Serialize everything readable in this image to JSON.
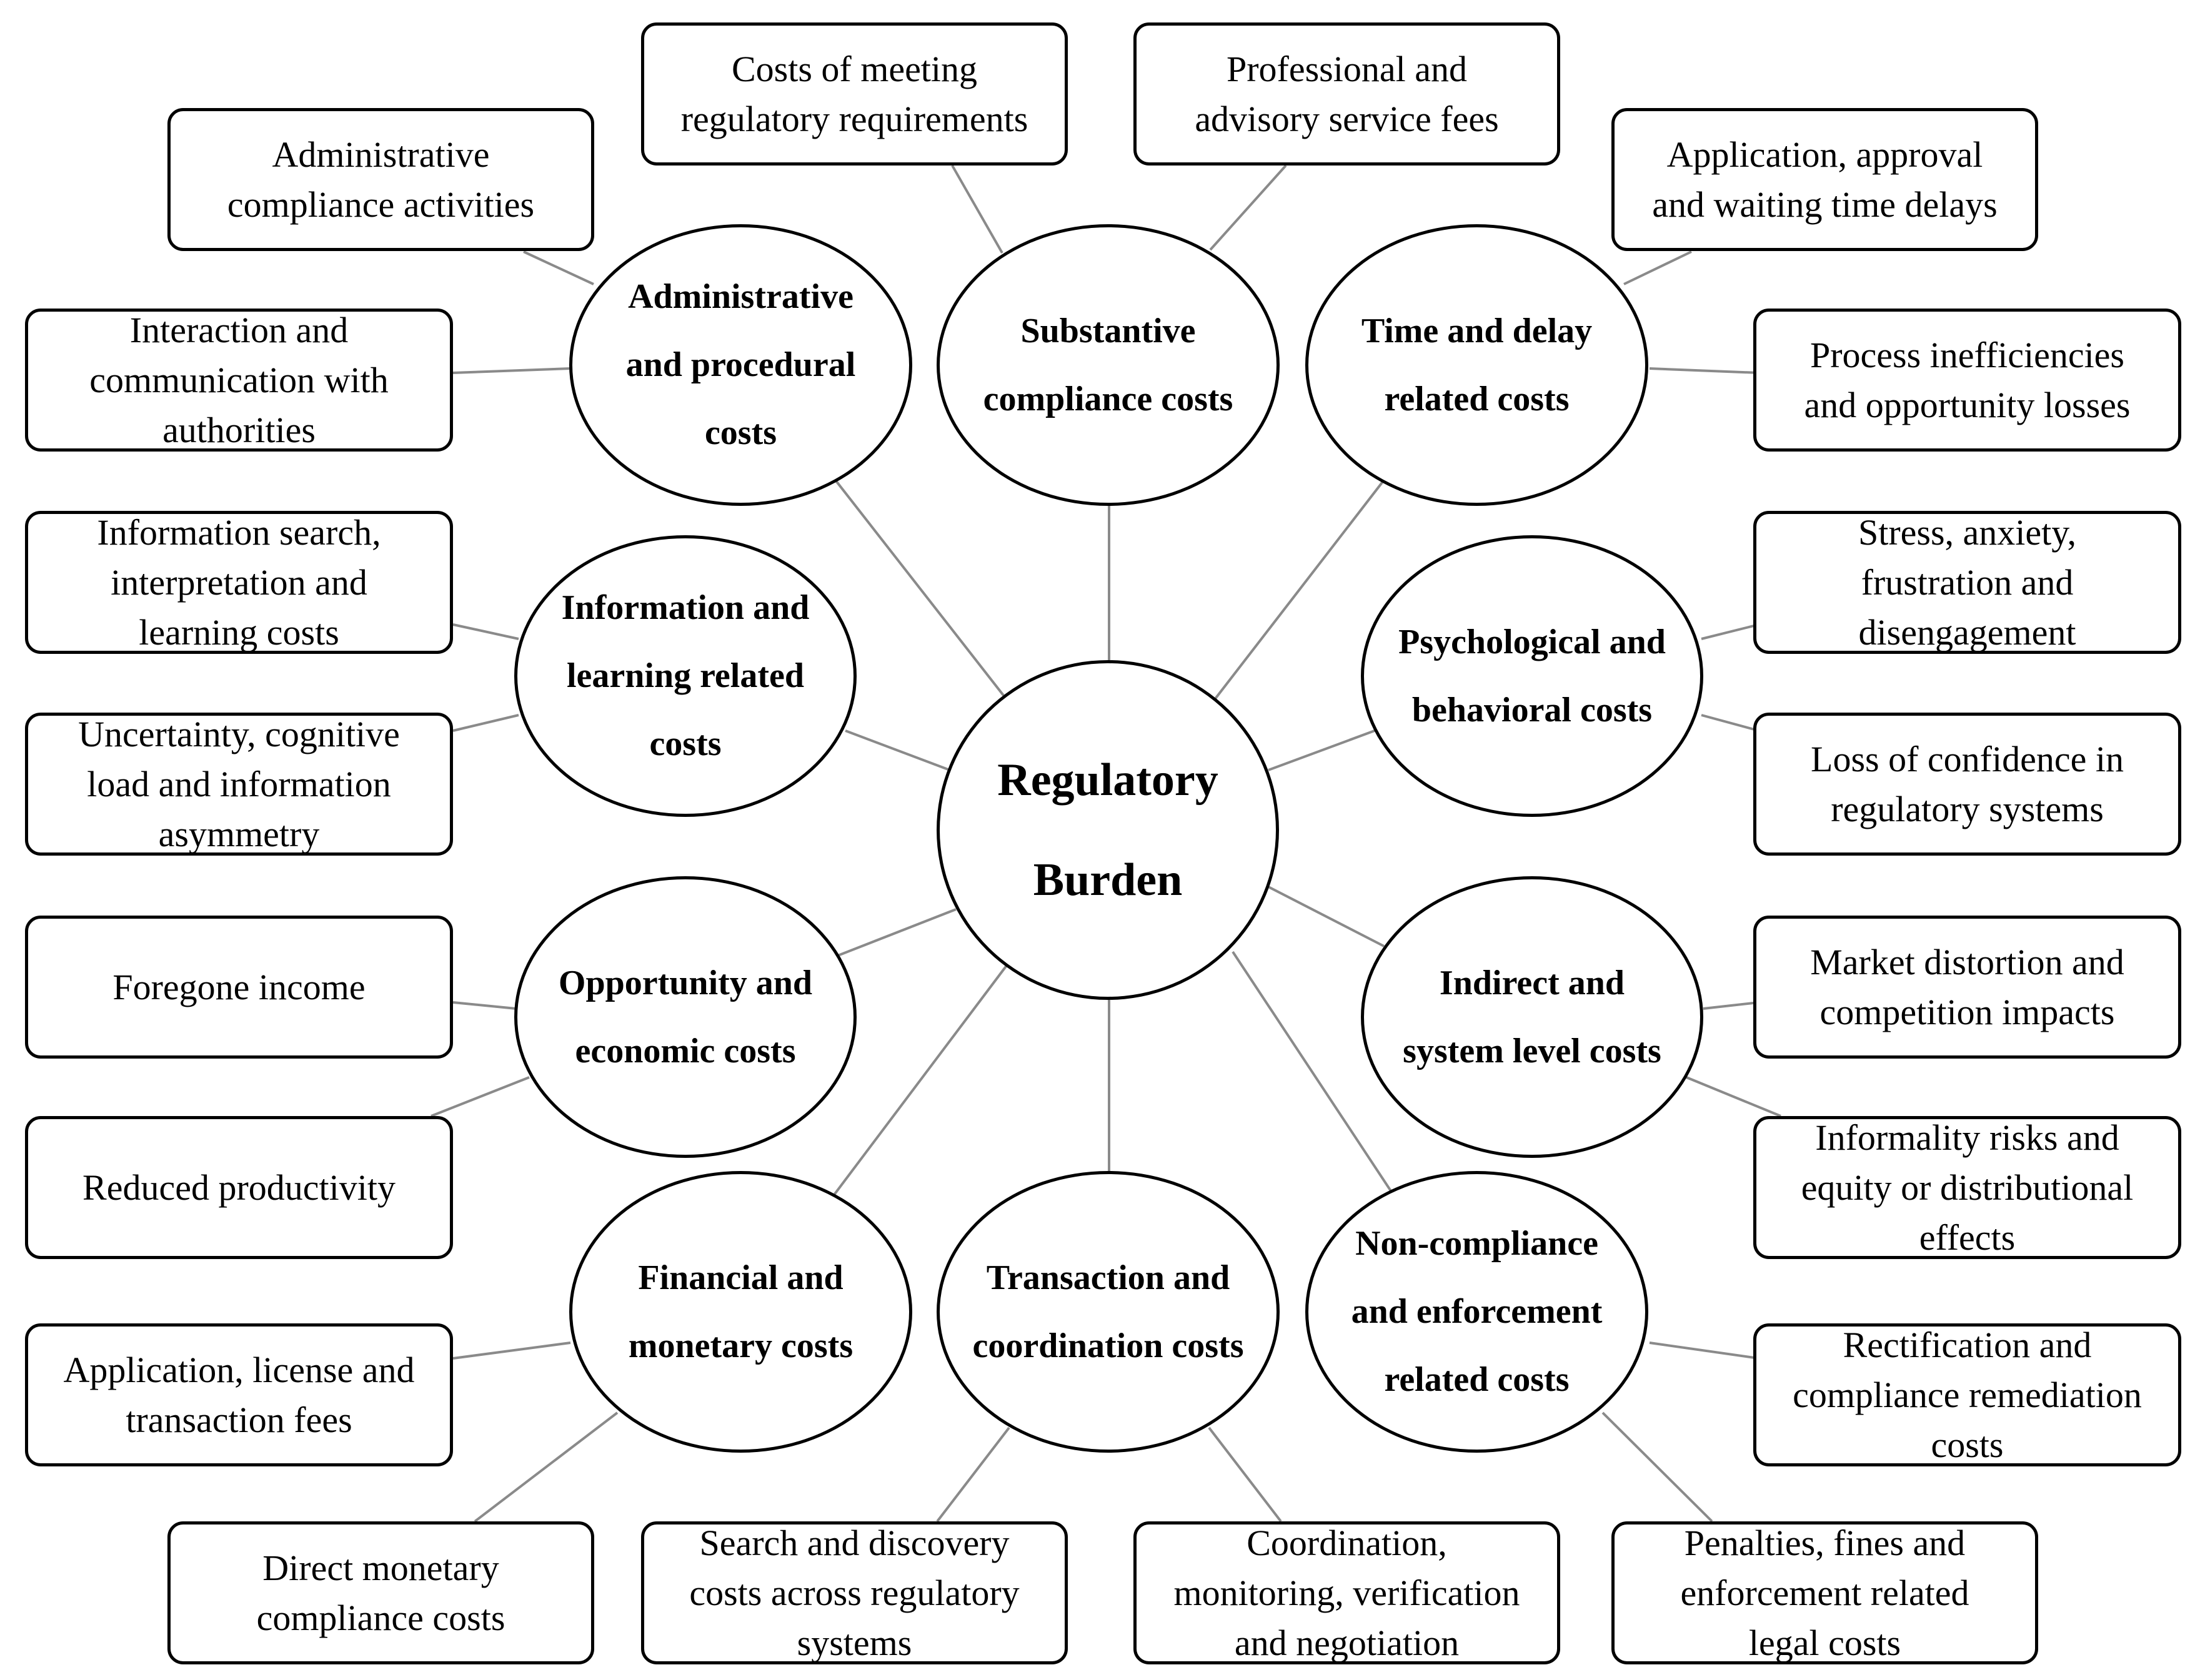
{
  "diagram": {
    "center": {
      "label": "Regulatory\nBurden"
    },
    "categories": [
      {
        "label": "Administrative\nand procedural\ncosts",
        "items": [
          "Administrative\ncompliance activities",
          "Interaction and\ncommunication with\nauthorities"
        ]
      },
      {
        "label": "Substantive\ncompliance costs",
        "items": [
          "Costs of meeting\nregulatory requirements",
          "Professional and\nadvisory service fees"
        ]
      },
      {
        "label": "Time and delay\nrelated costs",
        "items": [
          "Application, approval\nand waiting time delays",
          "Process inefficiencies\nand opportunity losses"
        ]
      },
      {
        "label": "Information and\nlearning related\ncosts",
        "items": [
          "Information search,\ninterpretation and\nlearning costs",
          "Uncertainty, cognitive\nload and information\nasymmetry"
        ]
      },
      {
        "label": "Psychological and\nbehavioral costs",
        "items": [
          "Stress, anxiety,\nfrustration and\ndisengagement",
          "Loss of confidence in\nregulatory systems"
        ]
      },
      {
        "label": "Opportunity and\neconomic costs",
        "items": [
          "Foregone income",
          "Reduced productivity"
        ]
      },
      {
        "label": "Indirect and\nsystem level costs",
        "items": [
          "Market distortion and\ncompetition impacts",
          "Informality risks and\nequity or distributional\neffects"
        ]
      },
      {
        "label": "Financial and\nmonetary costs",
        "items": [
          "Application, license and\ntransaction fees",
          "Direct monetary\ncompliance costs"
        ]
      },
      {
        "label": "Transaction and\ncoordination costs",
        "items": [
          "Search and discovery\ncosts across regulatory\nsystems",
          "Coordination,\nmonitoring, verification\nand negotiation"
        ]
      },
      {
        "label": "Non-compliance\nand enforcement\nrelated costs",
        "items": [
          "Rectification and\ncompliance remediation\ncosts",
          "Penalties, fines and\nenforcement related\nlegal costs"
        ]
      }
    ],
    "colors": {
      "node_border": "#000000",
      "connector": "#8a8a8a",
      "background": "#ffffff"
    }
  }
}
